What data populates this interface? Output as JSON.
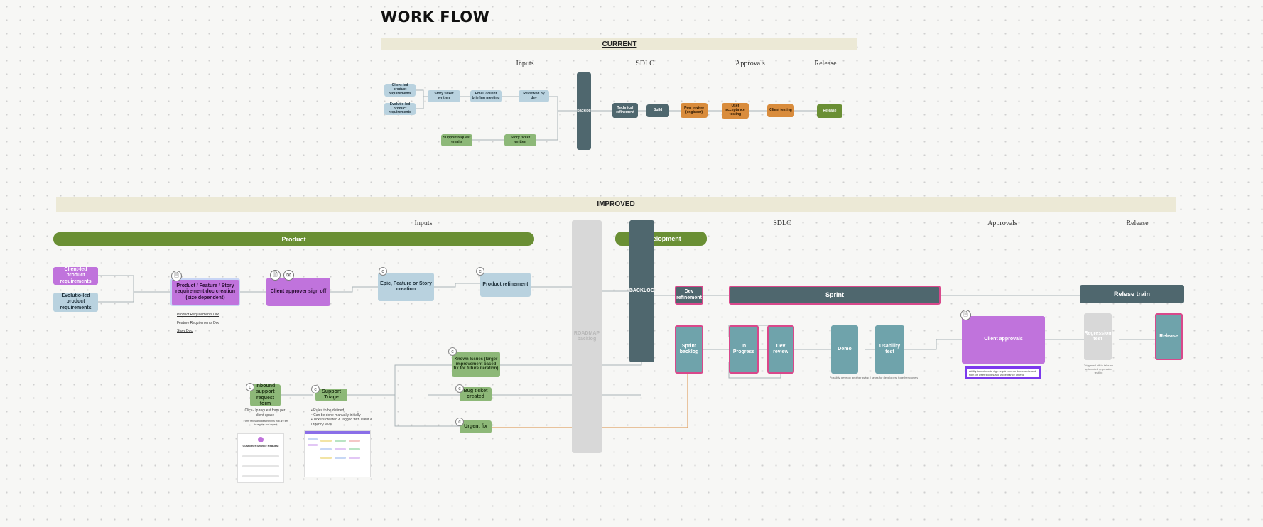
{
  "title": "WORK FLOW",
  "current": {
    "band": "CURRENT",
    "columns": [
      "Inputs",
      "SDLC",
      "Approvals",
      "Release"
    ],
    "nodes": {
      "client_req": "Client-led product requirements",
      "evolutio_req": "Evolutio-led product requirements",
      "story_written": "Story ticket written",
      "email_briefing": "Email / client briefing meeting",
      "reviewed": "Reviewed by dev",
      "support_emails": "Support request emails",
      "story_written2": "Story ticket written",
      "backlog": "Backlog",
      "tech_refinement": "Technical refinement",
      "build": "Build",
      "peer_review": "Peer review (engineer)",
      "uat": "User acceptance testing",
      "client_testing": "Client testing",
      "release": "Release"
    }
  },
  "improved": {
    "band": "IMPROVED",
    "columns": [
      "Inputs",
      "SDLC",
      "Approvals",
      "Release"
    ],
    "product_bar": "Product",
    "dev_bar": "Development",
    "roadmap": "ROADMAP backlog",
    "backlog": "BACKLOG",
    "nodes": {
      "client_req": "Client-led product requirements",
      "evolutio_req": "Evolutio-led product requirements",
      "prd": "Product / Feature / Story requirement doc creation (size dependent)",
      "client_signoff": "Client approver sign off",
      "epic": "Epic, Feature or Story creation",
      "product_refinement": "Product refinement",
      "known_issues": "Known Issues (larger improvement based fix for future iteration)",
      "bug_ticket": "Bug ticket created",
      "urgent_fix": "Urgent fix",
      "inbound": "Inbound support request form",
      "triage": "Support Triage",
      "dev_refinement": "Dev refinement",
      "sprint": "Sprint",
      "sprint_backlog": "Sprint backlog",
      "in_progress": "In Progress",
      "dev_review": "Dev review",
      "demo": "Demo",
      "usability": "Usability test",
      "client_approvals": "Client approvals",
      "release_train": "Relese train",
      "regression": "Regression test",
      "release": "Release"
    },
    "docs": [
      "Product Requirements Doc",
      "Feature Requirements Doc",
      "Story Doc"
    ],
    "inbound_note": "Click-Up request form per client space",
    "inbound_note2": "Form fields and attachments that are set to regular and urgent",
    "triage_bullets": [
      "Rules to be defined",
      "Can be done manually initially",
      "Tickets created & tagged with client & urgency level"
    ],
    "sdlc_note": "Possibly develop another swing / lanes for developers together closely",
    "approvals_note": "Ability to automate sign requirements documents and sign off User stories and Acceptance criteria",
    "regression_note": "Triggered off to take an automated regression testing",
    "form_title": "Customer Service Request"
  },
  "colors": {
    "band": "#ece9d6",
    "light_blue": "#b9d2df",
    "green": "#8db878",
    "slate": "#4f676e",
    "orange": "#d98c3c",
    "dark_green": "#6a8f34",
    "purple": "#c073dc",
    "teal": "#6fa3ab",
    "pink_border": "#d9488b",
    "highlight": "#7c3aed"
  },
  "icons": [
    "document-icon",
    "email-icon",
    "form-icon"
  ]
}
